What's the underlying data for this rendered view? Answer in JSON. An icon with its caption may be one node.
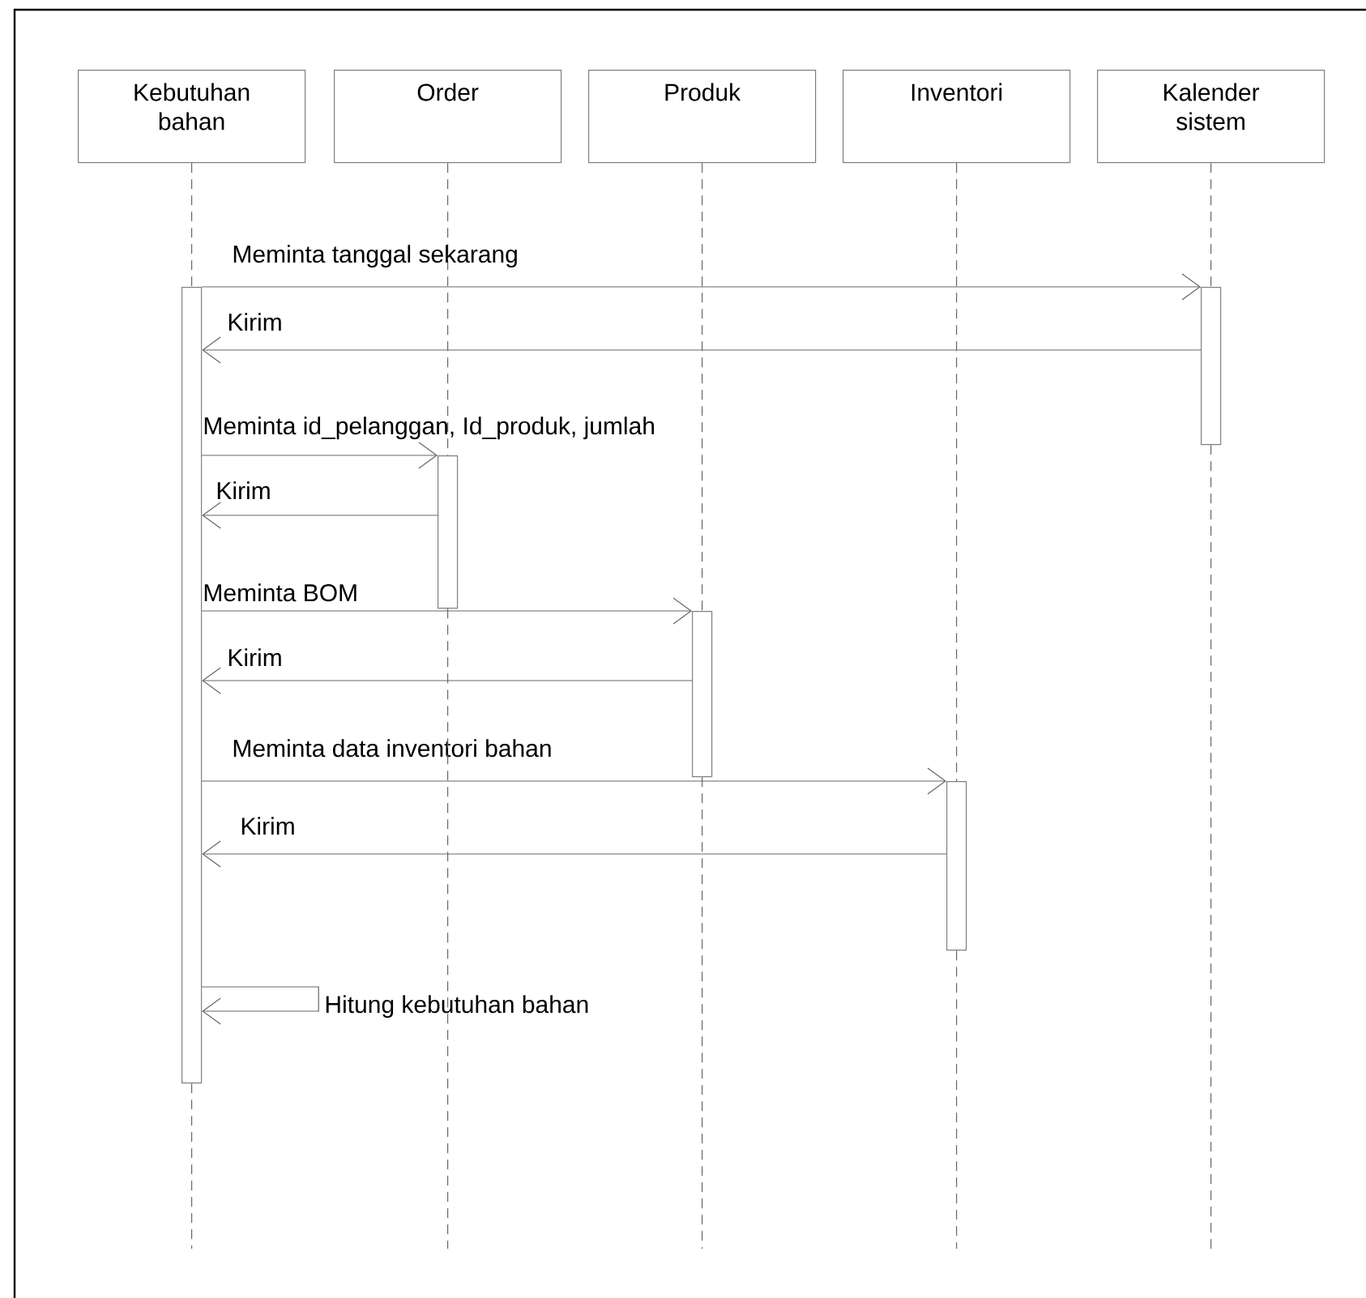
{
  "diagram": {
    "nodes": [
      {
        "text": [
          "Kebutuhan bahan"
        ]
      },
      {
        "text": [
          "Order"
        ]
      },
      {
        "text": [
          "Produk"
        ]
      },
      {
        "text": [
          "Inventori"
        ]
      },
      {
        "text": [
          "Kalender sistem"
        ]
      },
      {
        "text": [],
        "shape": "bar"
      },
      {
        "text": [],
        "shape": "bar"
      },
      {
        "text": [],
        "shape": "bar"
      },
      {
        "text": [],
        "shape": "bar"
      },
      {
        "text": [],
        "shape": "bar"
      }
    ],
    "edges": [
      {
        "from": 0,
        "to": 5,
        "arrow": "none",
        "style": "dashed"
      },
      {
        "from": 1,
        "to": 6,
        "arrow": "none",
        "style": "dashed"
      },
      {
        "from": 2,
        "to": 7,
        "arrow": "none",
        "style": "dashed"
      },
      {
        "from": 3,
        "to": 8,
        "arrow": "none",
        "style": "dashed"
      },
      {
        "from": 4,
        "to": 9,
        "arrow": "none",
        "style": "dashed"
      },
      {
        "from": 5,
        "to": 9,
        "arrow": "to",
        "label": "Meminta tanggal sekarang"
      },
      {
        "from": 9,
        "to": 5,
        "arrow": "to",
        "label": "Kirim"
      },
      {
        "from": 5,
        "to": 6,
        "arrow": "to",
        "label": "Meminta id_pelanggan, Id_produk, jumlah"
      },
      {
        "from": 6,
        "to": 5,
        "arrow": "to",
        "label": "Kirim"
      },
      {
        "from": 5,
        "to": 7,
        "arrow": "to",
        "label": "Meminta BOM"
      },
      {
        "from": 7,
        "to": 5,
        "arrow": "to",
        "label": "Kirim"
      },
      {
        "from": 5,
        "to": 8,
        "arrow": "to",
        "label": "Meminta data inventori bahan"
      },
      {
        "from": 8,
        "to": 5,
        "arrow": "to",
        "label": "Kirim"
      },
      {
        "from": 5,
        "to": 5,
        "arrow": "to",
        "label": "Hitung kebutuhan bahan"
      },
      {
        "from": 5,
        "to": null,
        "arrow": "none",
        "style": "dashed"
      },
      {
        "from": 6,
        "to": null,
        "arrow": "none",
        "style": "dashed"
      },
      {
        "from": 7,
        "to": null,
        "arrow": "none",
        "style": "dashed"
      },
      {
        "from": 8,
        "to": null,
        "arrow": "none",
        "style": "dashed"
      },
      {
        "from": 9,
        "to": null,
        "arrow": "none",
        "style": "dashed"
      }
    ]
  }
}
